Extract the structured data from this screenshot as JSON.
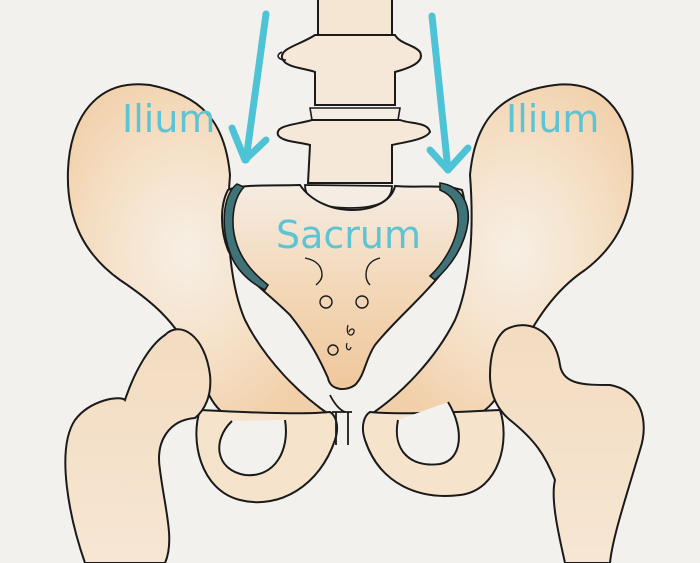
{
  "diagram": {
    "subject": "Pelvis anatomy illustration",
    "labels": {
      "ilium_left": "Ilium",
      "ilium_right": "Ilium",
      "sacrum": "Sacrum"
    },
    "arrows": [
      {
        "name": "left-arrow",
        "points_to": "left sacroiliac joint"
      },
      {
        "name": "right-arrow",
        "points_to": "right sacroiliac joint"
      }
    ],
    "highlighted_regions": [
      "left sacroiliac joint",
      "right sacroiliac joint"
    ],
    "colors": {
      "background": "#f3f1ee",
      "bone_fill": "#f6e3cc",
      "bone_shade": "#f0c9a0",
      "outline": "#1a1a1a",
      "label_text": "#5ec4d3",
      "arrow": "#4fc3d6",
      "joint_highlight": "#3f7378"
    }
  }
}
